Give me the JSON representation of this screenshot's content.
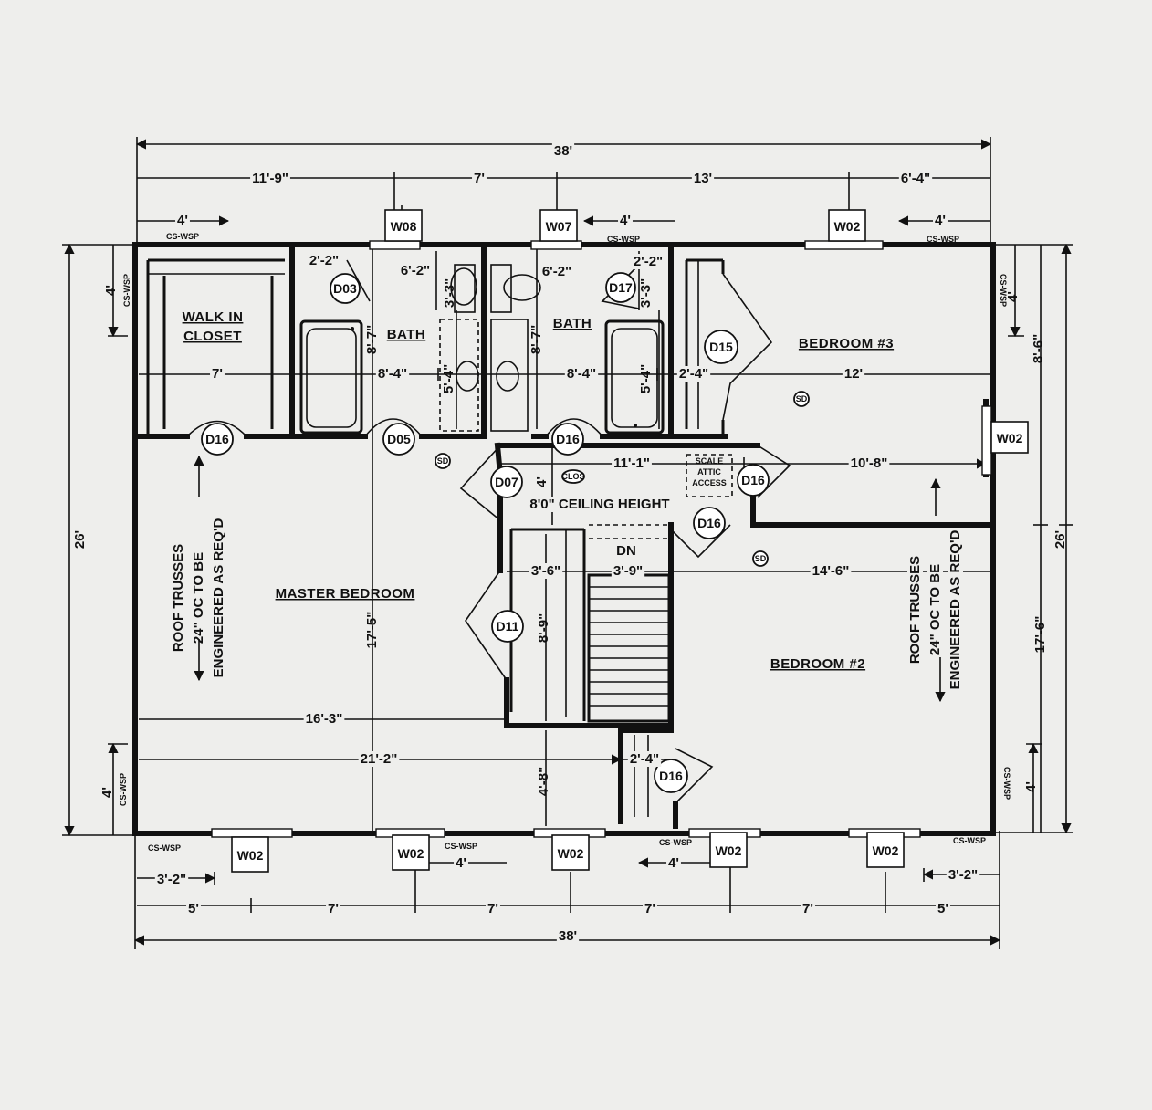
{
  "rooms": {
    "walk_in_closet": [
      "WALK IN",
      "CLOSET"
    ],
    "bath_left": "BATH",
    "bath_right": "BATH",
    "bedroom_3": "BEDROOM #3",
    "master_bedroom": "MASTER BEDROOM",
    "bedroom_2": "BEDROOM #2"
  },
  "notes": {
    "ceiling_height": "8'0\" CEILING HEIGHT",
    "stair_direction": "DN",
    "attic_access": [
      "SCALE",
      "ATTIC",
      "ACCESS"
    ],
    "roof_trusses_left": [
      "ROOF TRUSSES",
      "24\" OC TO BE",
      "ENGINEERED AS REQ'D"
    ],
    "roof_trusses_right": [
      "ROOF TRUSSES",
      "24\" OC TO BE",
      "ENGINEERED AS REQ'D"
    ],
    "smoke_detector": "SD",
    "hall_closet": "CLOS",
    "shear_wall": "CS-WSP"
  },
  "doors": {
    "d03": "D03",
    "d17": "D17",
    "d15": "D15",
    "d16_closet": "D16",
    "d05": "D05",
    "d16_bath": "D16",
    "d07": "D07",
    "d16_attic": "D16",
    "d16_bed2": "D16",
    "d11": "D11",
    "d16_lower": "D16"
  },
  "windows": {
    "top_w08": "W08",
    "top_w07": "W07",
    "top_w02": "W02",
    "right_w02": "W02",
    "bottom_1": "W02",
    "bottom_2": "W02",
    "bottom_3": "W02",
    "bottom_4": "W02",
    "bottom_5": "W02"
  },
  "dimensions": {
    "overall_top": "38'",
    "top_11_9": "11'-9\"",
    "top_7": "7'",
    "top_13": "13'",
    "top_6_4": "6'-4\"",
    "top_4_left": "4'",
    "top_4_mid": "4'",
    "top_4_right": "4'",
    "left_26": "26'",
    "left_4_top": "4'",
    "left_4_bottom": "4'",
    "right_26": "26'",
    "right_8_6": "8'-6\"",
    "right_17_6": "17'-6\"",
    "right_4_top": "4'",
    "right_4_bottom": "4'",
    "closet_7": "7'",
    "bath_8_4_left": "8'-4\"",
    "bath_8_4_right": "8'-4\"",
    "bed3_12": "12'",
    "d2_2_left": "2'-2\"",
    "d6_2_left": "6'-2\"",
    "d6_2_right": "6'-2\"",
    "d2_2_right": "2'-2\"",
    "d3_3_left": "3'-3\"",
    "d3_3_right": "3'-3\"",
    "d8_7_left": "8'-7\"",
    "d8_7_right": "8'-7\"",
    "d5_4_left": "5'-4\"",
    "d5_4_right": "5'-4\"",
    "d2_4_top": "2'-4\"",
    "hall_11_1": "11'-1\"",
    "bed3_10_8": "10'-8\"",
    "hall_4": "4'",
    "d3_6": "3'-6\"",
    "d3_9": "3'-9\"",
    "bed2_14_6": "14'-6\"",
    "d8_9": "8'-9\"",
    "master_17_5": "17'-5\"",
    "master_16_3": "16'-3\"",
    "master_21_2": "21'-2\"",
    "d2_4_lower": "2'-4\"",
    "d4_8": "4'-8\"",
    "bot_5_left": "5'",
    "bot_7_a": "7'",
    "bot_7_b": "7'",
    "bot_7_c": "7'",
    "bot_7_d": "7'",
    "bot_5_right": "5'",
    "bot_3_2_left": "3'-2\"",
    "bot_3_2_right": "3'-2\"",
    "bot_4_a": "4'",
    "bot_4_b": "4'",
    "overall_bottom": "38'"
  },
  "icon_names": [
    "toilet-icon",
    "bathtub-icon",
    "sink-icon",
    "door-swing-icon",
    "window-icon",
    "stair-icon",
    "smoke-detector-icon",
    "dimension-arrow-icon"
  ]
}
